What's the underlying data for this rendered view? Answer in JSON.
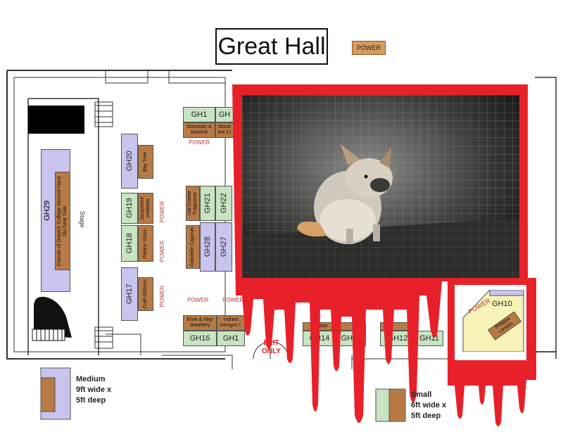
{
  "title": "Great Hall",
  "power_tag": "POWER",
  "power_label": "POWER",
  "stage_label": "Stage",
  "exit_label_1": "EXIT",
  "exit_label_2": "ONLY",
  "stalls": {
    "gh1": {
      "code": "GH1",
      "name": "Mountain & Molehill"
    },
    "gh2": {
      "code": "GH",
      "name": "Mond the Cl"
    },
    "gh10": {
      "code": "GH10",
      "name": "Philippa London"
    },
    "gh11": {
      "code": "GH11"
    },
    "gh12": {
      "code": "GH12"
    },
    "gh13": {
      "code": "GH13"
    },
    "gh14": {
      "code": "GH14",
      "name": "London"
    },
    "gh15": {
      "code": "GH1",
      "name": "Indrani Designs L"
    },
    "gh16": {
      "code": "GH16",
      "name": "Elsie & May Jewellery"
    },
    "gh17": {
      "code": "GH17",
      "name": "Craft Editions"
    },
    "gh18": {
      "code": "GH18",
      "name": "Palace Glass"
    },
    "gh19": {
      "code": "GH19",
      "name": "Jacqueline Haddam"
    },
    "gh20": {
      "code": "GH20",
      "name": "Bay Tree"
    },
    "gh21": {
      "code": "GH21",
      "name": "Cat Cowrie Fragrance"
    },
    "gh22": {
      "code": "GH22"
    },
    "gh27": {
      "code": "GH27"
    },
    "gh28": {
      "code": "GH28",
      "name": "Gabrielle Caporali"
    },
    "gh29": {
      "code": "GH29",
      "name": "Friends of Dulwich College Second Hand Ski Gear Sale"
    }
  },
  "legend": {
    "medium": {
      "title": "Medium",
      "line1": "9ft wide x",
      "line2": "5ft deep"
    },
    "small": {
      "title": "Small",
      "line1": "6ft wide x",
      "line2": "5ft deep"
    }
  },
  "colors": {
    "overlay_red": "#e8202a",
    "stall_green": "#c8e4c2",
    "stall_purple": "#c8c4ee",
    "stall_brown": "#b87a45"
  }
}
